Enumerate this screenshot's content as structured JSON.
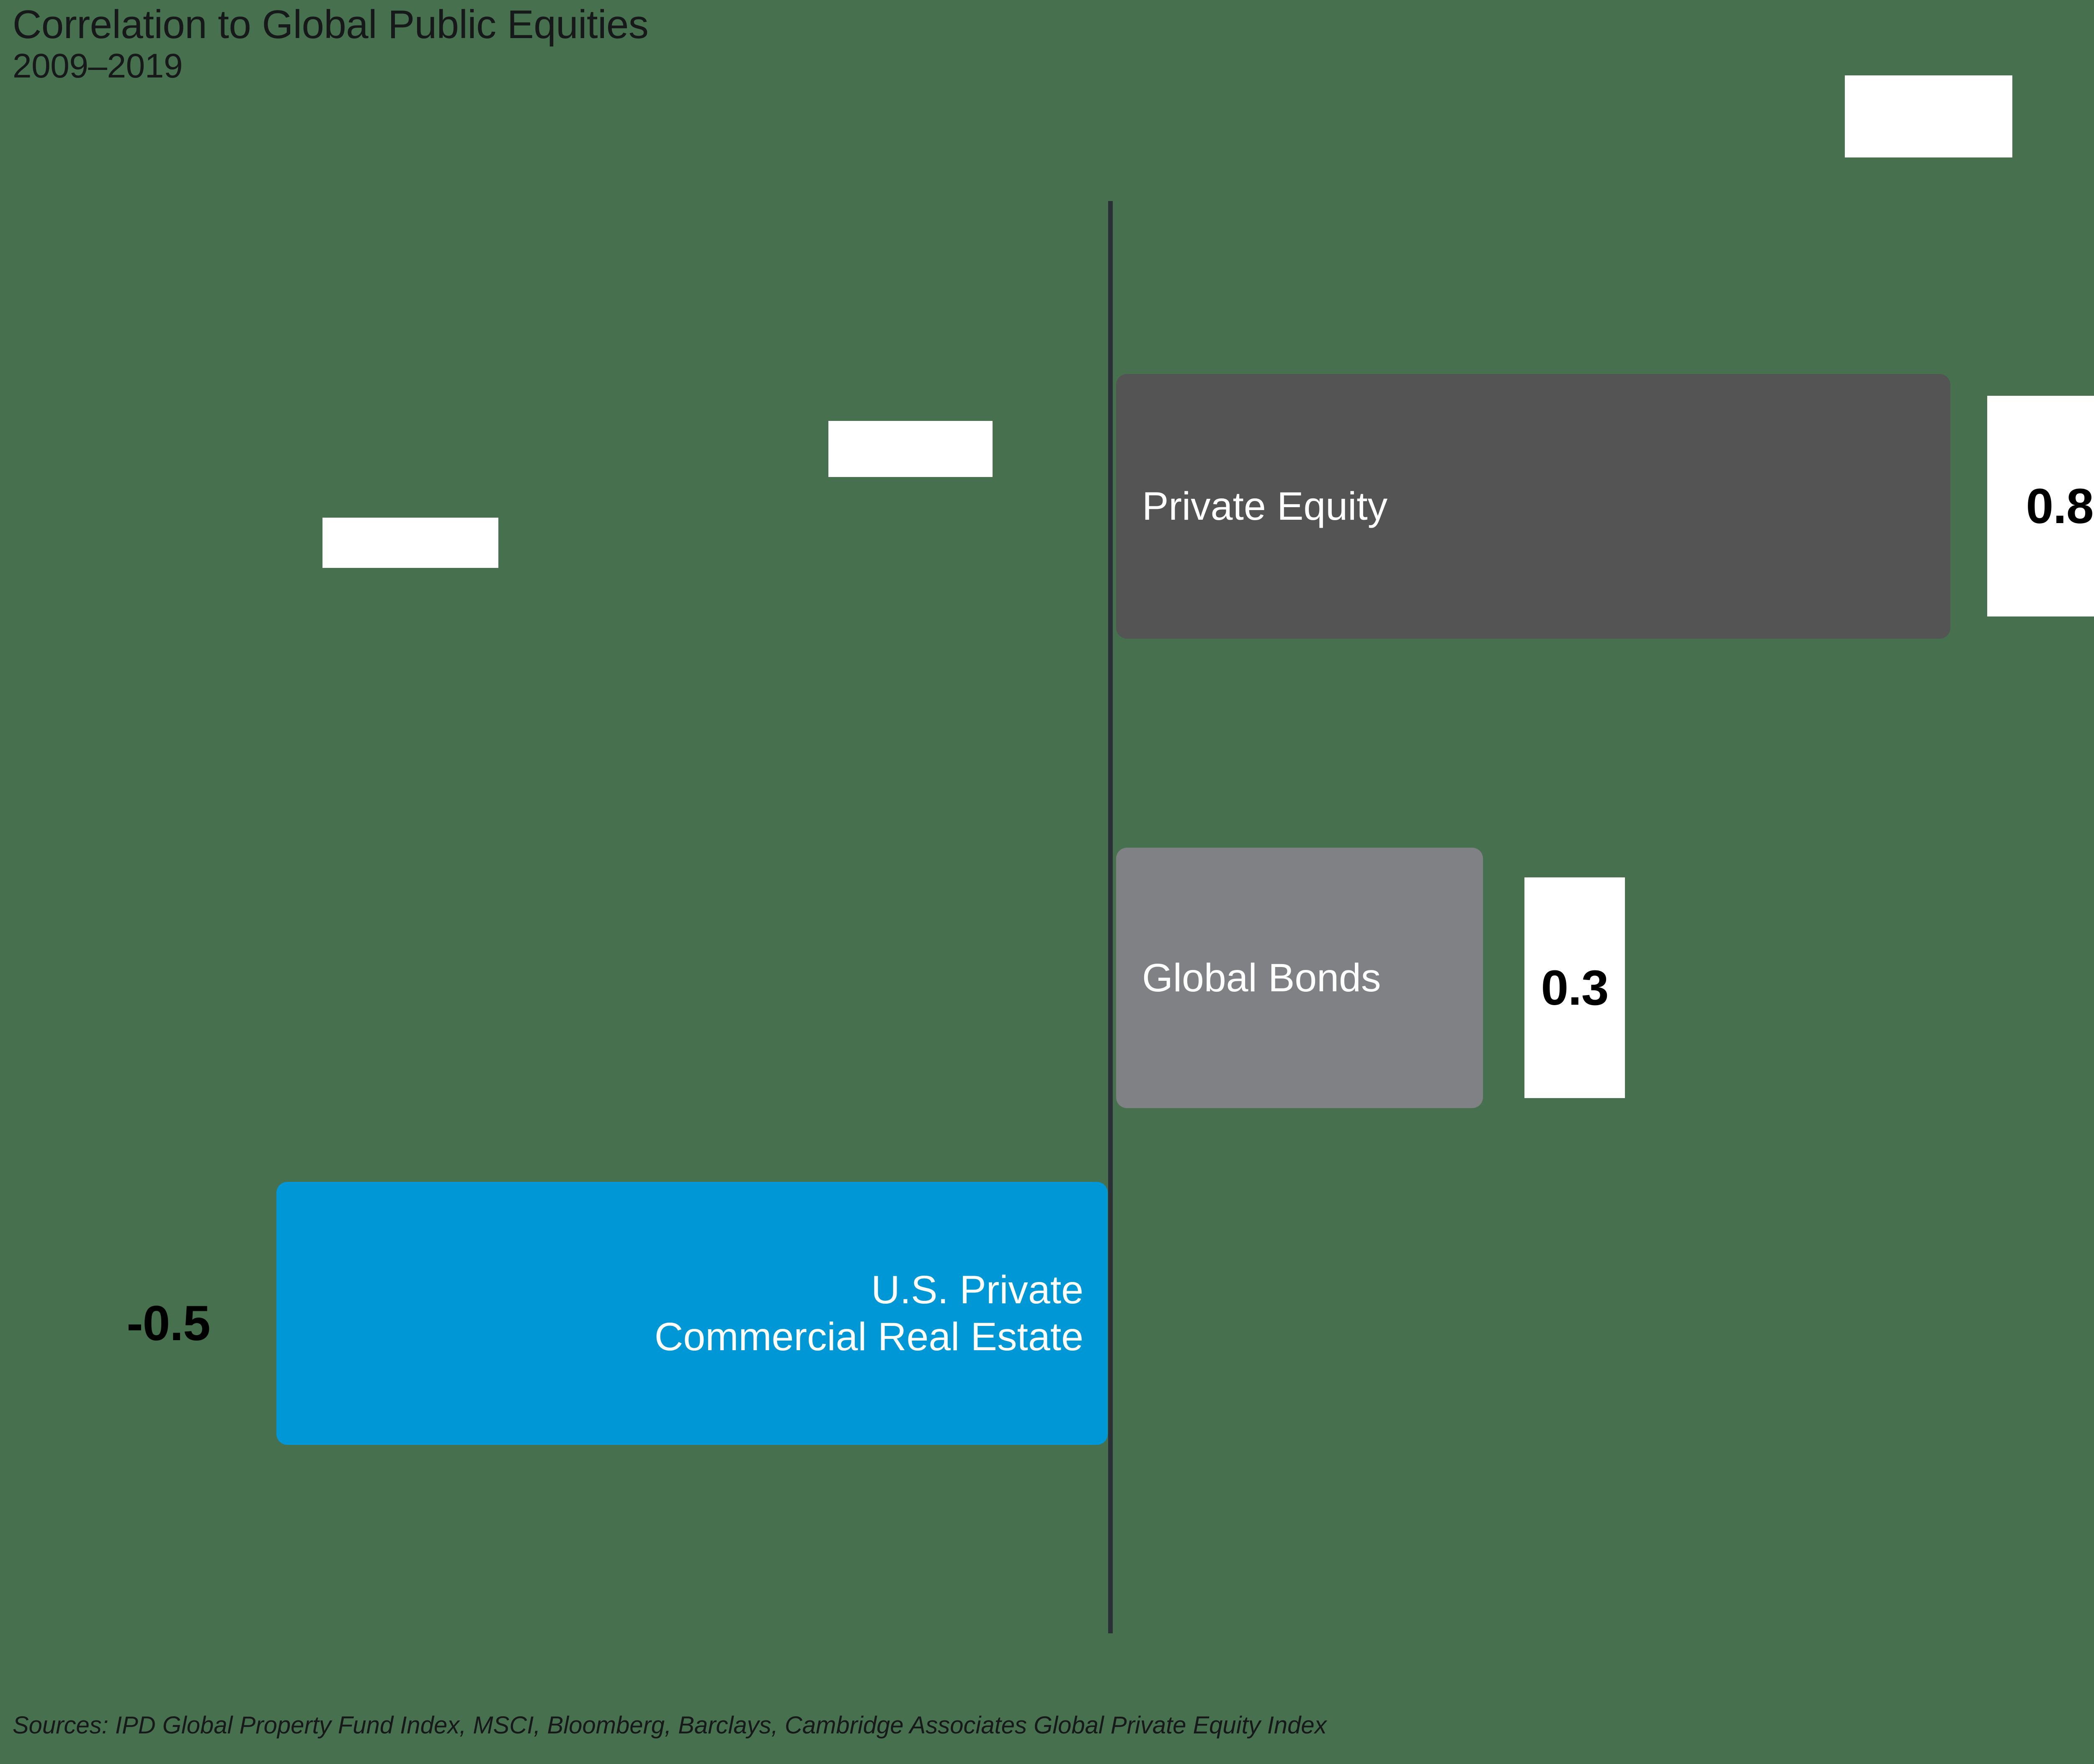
{
  "header": {
    "title": "Correlation to Global Public Equities",
    "subtitle": "2009–2019"
  },
  "footer": {
    "sources": "Sources: IPD Global Property Fund Index, MSCI, Bloomberg, Barclays, Cambridge Associates Global Private Equity Index"
  },
  "colors": {
    "background": "#47704e",
    "axis": "#2b2f36",
    "private_equity": "#545454",
    "global_bonds": "#808185",
    "real_estate": "#0097d7",
    "value_box": "#ffffff",
    "text_dark": "#16181a",
    "text_light": "#ffffff"
  },
  "bars": {
    "private_equity": {
      "label": "Private Equity",
      "value": "0.8"
    },
    "global_bonds": {
      "label": "Global Bonds",
      "value": "0.3"
    },
    "real_estate": {
      "label": "U.S. Private\nCommercial Real Estate",
      "value": "-0.5"
    }
  },
  "chart_data": {
    "type": "bar",
    "orientation": "horizontal",
    "title": "Correlation to Global Public Equities",
    "subtitle": "2009–2019",
    "xlabel": "",
    "ylabel": "",
    "categories": [
      "Private Equity",
      "Global Bonds",
      "U.S. Private Commercial Real Estate"
    ],
    "values": [
      0.8,
      0.3,
      -0.5
    ],
    "value_labels": [
      "0.8",
      "0.3",
      "-0.5"
    ],
    "colors": [
      "#545454",
      "#808185",
      "#0097d7"
    ],
    "xlim": [
      -0.55,
      0.85
    ],
    "grid": false,
    "legend": null,
    "zero_axis": true,
    "note": "Sources: IPD Global Property Fund Index, MSCI, Bloomberg, Barclays, Cambridge Associates Global Private Equity Index"
  }
}
